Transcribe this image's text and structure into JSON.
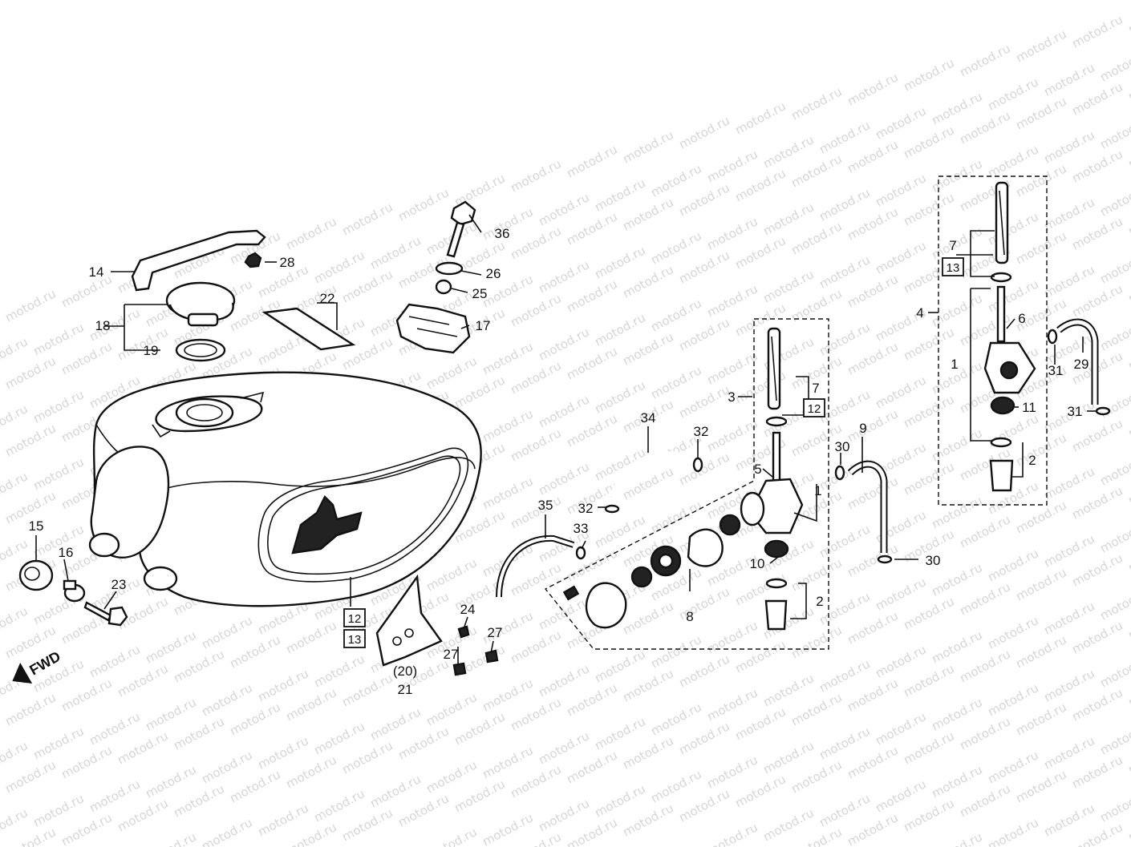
{
  "watermark": "motod.ru",
  "direction_label": "FWD",
  "callouts": {
    "c1": "1",
    "c1b": "1",
    "c2": "2",
    "c2b": "2",
    "c3": "3",
    "c4": "4",
    "c5": "5",
    "c6": "6",
    "c7": "7",
    "c7b": "7",
    "c8": "8",
    "c9": "9",
    "c10": "10",
    "c11": "11",
    "c14": "14",
    "c15": "15",
    "c16": "16",
    "c17": "17",
    "c18": "18",
    "c19": "19",
    "c20": "(20)",
    "c21": "21",
    "c22": "22",
    "c23": "23",
    "c24": "24",
    "c25": "25",
    "c26": "26",
    "c27a": "27",
    "c27b": "27",
    "c28": "28",
    "c29": "29",
    "c30a": "30",
    "c30b": "30",
    "c31a": "31",
    "c31b": "31",
    "c32a": "32",
    "c32b": "32",
    "c33": "33",
    "c34": "34",
    "c35": "35",
    "c36": "36"
  },
  "boxed_refs": {
    "b12a": "12",
    "b13a": "13",
    "b12b": "12",
    "b13b": "13"
  }
}
